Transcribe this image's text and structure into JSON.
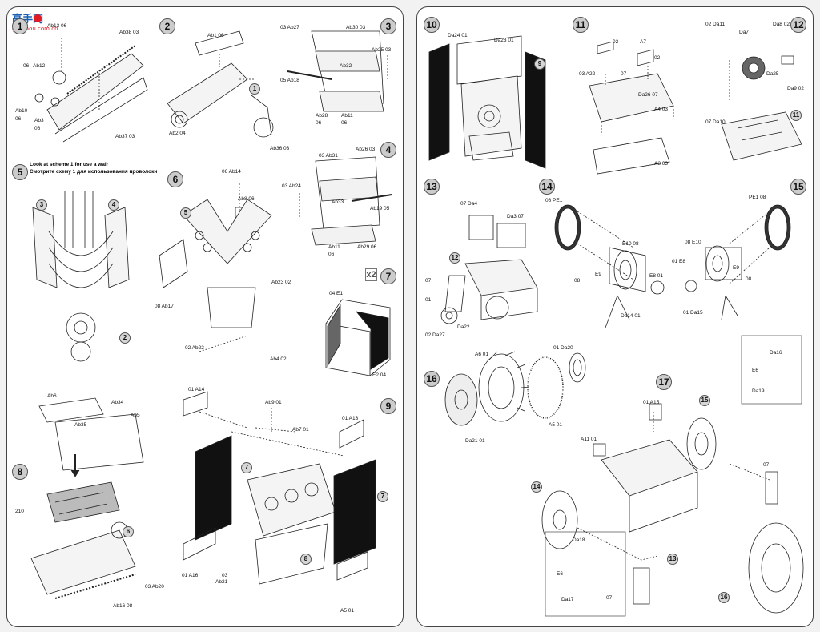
{
  "watermark": {
    "brand": "高手网",
    "domain": "gaoshou.com.cn"
  },
  "notes": {
    "step5_en": "Look at scheme 1 for use a wair",
    "step5_ru": "Смотрите схему 1 для использования проволоки",
    "step7_qty": "x2"
  },
  "steps": {
    "s1": {
      "num": "1",
      "labels": [
        "Ab13 06",
        "Ab12",
        "06",
        "Ab10",
        "06",
        "Ab3",
        "06",
        "Ab38 03",
        "Ab37 03"
      ]
    },
    "s2": {
      "num": "2",
      "labels": [
        "Ab1 06",
        "1",
        "Ab2 04",
        "Ab36 03"
      ]
    },
    "s3": {
      "num": "3",
      "labels": [
        "03 Ab27",
        "Ab30 03",
        "Ab25 03",
        "Ab32",
        "05 Ab18",
        "Ab28",
        "06",
        "Ab11",
        "06"
      ]
    },
    "s4": {
      "num": "4",
      "labels": [
        "03 Ab31",
        "Ab26 03",
        "03 Ab24",
        "Ab33",
        "Ab19 05",
        "Ab11",
        "Ab29 06",
        "06"
      ]
    },
    "s5": {
      "num": "5",
      "labels": [
        "3",
        "4",
        "2"
      ]
    },
    "s6": {
      "num": "6",
      "labels": [
        "06 Ab14",
        "Ab8 06",
        "5",
        "Ab23 02",
        "08 Ab17",
        "02 Ab22",
        "Ab4 02"
      ]
    },
    "s7": {
      "num": "7",
      "labels": [
        "04 E1",
        "E2 04"
      ]
    },
    "s8": {
      "num": "8",
      "labels": [
        "Ab6",
        "Ab34",
        "Ab35",
        "Ab5",
        "210",
        "6",
        "Ab16 08"
      ]
    },
    "s9": {
      "num": "9",
      "labels": [
        "01 A14",
        "Ab9 01",
        "Ab7 01",
        "01 A13",
        "7",
        "7",
        "8",
        "01 A16",
        "03 Ab20",
        "Ab21",
        "03",
        "A5 01"
      ]
    },
    "s10": {
      "num": "10",
      "labels": [
        "Da24 01",
        "Da23 01",
        "9"
      ]
    },
    "s11": {
      "num": "11",
      "labels": [
        "02",
        "A7",
        "02",
        "07",
        "03 A22",
        "Da26 07",
        "A4 03",
        "A3 03"
      ]
    },
    "s12": {
      "num": "12",
      "labels": [
        "02 Da11",
        "Da8 02",
        "Da7",
        "Da25",
        "Da9 02",
        "07 Da10",
        "11"
      ]
    },
    "s13": {
      "num": "13",
      "labels": [
        "07 Da4",
        "Da3 07",
        "12",
        "07",
        "01",
        "Da22",
        "02 Da27"
      ]
    },
    "s14": {
      "num": "14",
      "labels": [
        "08 PE1",
        "E10 08",
        "E9",
        "08",
        "E8 01",
        "Da14 01"
      ]
    },
    "s15": {
      "num": "15",
      "labels": [
        "PE1 08",
        "08 E10",
        "01 E8",
        "E9",
        "08",
        "01 Da15"
      ]
    },
    "s16": {
      "num": "16",
      "labels": [
        "A6 01",
        "01 Da20",
        "Da21 01",
        "A5 01"
      ]
    },
    "s17": {
      "num": "17",
      "labels": [
        "01 A15",
        "15",
        "A11 01",
        "14",
        "13",
        "16",
        "07",
        "07",
        "Da18",
        "E6",
        "Da17",
        "Da16",
        "E6",
        "Da19"
      ]
    }
  }
}
